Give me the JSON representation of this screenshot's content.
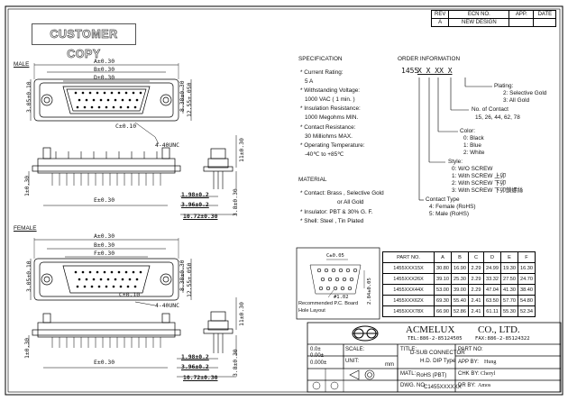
{
  "rev_table": {
    "headers": [
      "REV",
      "ECN NO.",
      "APP.",
      "DATE"
    ],
    "row": [
      "A",
      "NEW DESIGN",
      "",
      ""
    ]
  },
  "stamp": "CUSTOMER COPY",
  "views": {
    "male_label": "MALE",
    "female_label": "FEMALE",
    "male_dims": {
      "a": "A±0.30",
      "b": "B±0.30",
      "d": "D±0.30",
      "e": "E±0.30",
      "c": "C±0.10",
      "v1": "3.05±0.10",
      "v2": "8.38±0.30",
      "v3": "12.55±.050",
      "v4": "1±0.30",
      "s1": "11±0.30",
      "s2": "3.8±0.30",
      "thread": "4-40UNC",
      "h1": "1.98±0.2",
      "h2": "3.96±0.2",
      "h3": "10.72±0.30"
    },
    "female_dims": {
      "a": "A±0.30",
      "b": "B±0.30",
      "f": "F±0.30",
      "e": "E±0.30",
      "c": "C±0.10",
      "v1": "3.05±0.10",
      "v2": "8.38±0.30",
      "v3": "12.55±.050",
      "v4": "1±0.30",
      "s1": "11±0.30",
      "s2": "3.8±0.30",
      "thread": "4-40UNC",
      "h1": "1.98±0.2",
      "h2": "3.96±0.2",
      "h3": "10.72±0.30"
    }
  },
  "specification": {
    "title": "SPECIFICATION",
    "items": [
      {
        "label": "* Current Rating:",
        "value": "5 A"
      },
      {
        "label": "* Withstanding Voltage:",
        "value": "1000 VAC ( 1 min. )"
      },
      {
        "label": "* Insulation Resistance:",
        "value": "1000 Megohms MIN."
      },
      {
        "label": "* Contact Resistance:",
        "value": "30 Milliohms MAX."
      },
      {
        "label": "* Operating Temperature:",
        "value": "-40℃ to +85℃"
      }
    ]
  },
  "material": {
    "title": "MATERIAL",
    "items": [
      "* Contact: Brass , Selective Gold",
      "or All Gold",
      "* Insulator: PBT & 30% G. F.",
      "* Shell: Steel , Tin Plated"
    ]
  },
  "order": {
    "title": "ORDER INFORMATION",
    "code_prefix": "1455",
    "code_x": "X X XX X",
    "plating": [
      "Plating:",
      "2: Selective Gold",
      "3: All Gold"
    ],
    "contacts": [
      "No. of Contact",
      "15, 26, 44, 62, 78"
    ],
    "color": [
      "Color:",
      "0: Black",
      "1: Blue",
      "2: White"
    ],
    "style": [
      "Style:",
      "0: W/O SCREW",
      "1: With SCREW 上卯",
      "2: With SCREW 下卯",
      "3: With SCREW 下卯鎖螺絲"
    ],
    "contact_type": [
      "Contact Type",
      "4: Female (RoHS)",
      "5: Male (RoHS)"
    ]
  },
  "pcb": {
    "dim_top": "C±0.05",
    "dim_side": "2.84±0.05",
    "hole": "#1.02",
    "caption1": "Recommended P.C. Board",
    "caption2": "Hole Layout"
  },
  "part_table": {
    "headers": [
      "PART NO.",
      "A",
      "B",
      "C",
      "D",
      "E",
      "F"
    ],
    "rows": [
      [
        "1455XXX15X",
        "30.80",
        "16.90",
        "2.29",
        "24.99",
        "19.30",
        "16.30"
      ],
      [
        "1455XXX26X",
        "39.10",
        "25.30",
        "2.29",
        "33.32",
        "27.50",
        "24.70"
      ],
      [
        "1455XXX44X",
        "53.00",
        "39.00",
        "2.29",
        "47.04",
        "41.30",
        "38.40"
      ],
      [
        "1455XXX62X",
        "69.30",
        "55.40",
        "2.41",
        "63.50",
        "57.70",
        "54.80"
      ],
      [
        "1455XXX78X",
        "66.90",
        "52.86",
        "2.41",
        "61.11",
        "55.30",
        "52.34"
      ]
    ]
  },
  "title_block": {
    "company": "ACMELUX",
    "company2": "CO.,  LTD.",
    "tel": "TEL:886-2-85124505",
    "fax": "FAX:886-2-85124322",
    "tol": [
      "0.0±",
      "0.00±",
      "0.000±"
    ],
    "scale_label": "SCALE:",
    "unit_label": "UNIT:",
    "unit": "mm",
    "title_label": "TITLE:",
    "title1": "D-SUB CONNECTOR",
    "title2": "H.D. DIP Type",
    "matl_label": "MATL:",
    "matl": "RoHS (PBT)",
    "dwg_label": "DWG. NO.",
    "dwg": "C1455XXXXXX",
    "part_no_label": "PART NO:",
    "app_label": "APP BY:",
    "app": "Hung",
    "chk_label": "CHK BY:",
    "chk": "Cheryl",
    "dr_label": "DR BY:",
    "dr": "Amos"
  }
}
